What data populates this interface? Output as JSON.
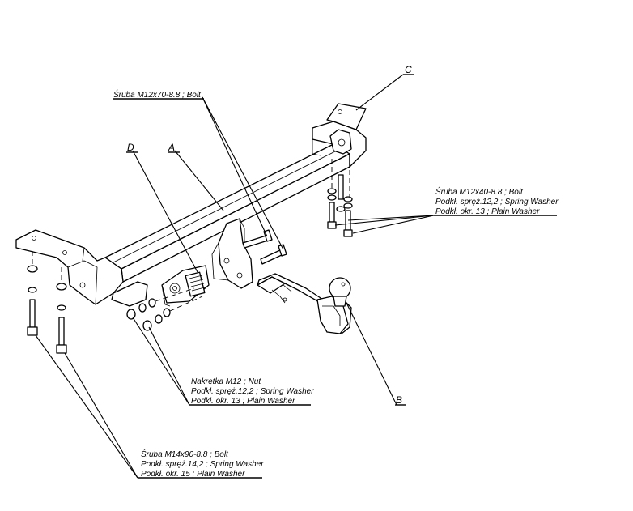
{
  "labels": {
    "A": "A",
    "B": "B",
    "C": "C",
    "D": "D"
  },
  "callouts": {
    "top_bolt": [
      "Śruba M12x70-8.8 ;  Bolt"
    ],
    "right_bolt": [
      "Śruba M12x40-8.8 ;  Bolt",
      "Podkł. spręż.12,2 ; Spring Washer",
      "Podkł. okr. 13 ; Plain Washer"
    ],
    "nut": [
      "Nakrętka  M12 ; Nut",
      "Podkł. spręż.12,2 ; Spring Washer",
      "Podkł. okr. 13 ; Plain Washer"
    ],
    "left_bolt": [
      "Śruba M14x90-8.8 ;  Bolt",
      "Podkł. spręż.14,2 ; Spring Washer",
      "Podkł. okr. 15 ; Plain Washer"
    ]
  }
}
